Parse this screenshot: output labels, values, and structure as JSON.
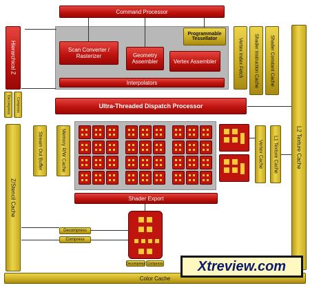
{
  "blocks": {
    "command_processor": "Command Processor",
    "hierarchical_z": "Hierarchical Z",
    "decompress_top": "Decompress",
    "compress_top": "Compress",
    "zstencil_cache": "Z/Stencil Cache",
    "scan_converter": "Scan Converter / Rasterizer",
    "geometry_assembler": "Geometry Assembler",
    "programmable_tessellator": "Programmable Tessellator",
    "vertex_assembler": "Vertex Assembler",
    "interpolators": "Interpolators",
    "vertex_index_fetch": "Vertex Index Fetch",
    "shader_instruction_cache": "Shader Instruction Cache",
    "shader_constant_cache": "Shader Constant Cache",
    "dispatch_processor": "Ultra-Threaded Dispatch Processor",
    "l2_texture_cache": "L2 Texture Cache",
    "stream_out_buffer": "Stream Out Buffer",
    "memory_rw_cache": "Memory R/W Cache",
    "vertex_cache": "Vertex Cache",
    "l1_texture_cache": "L1 Texture Cache",
    "shader_export": "Shader Export",
    "decompress_bottom": "Decompress",
    "compress_bottom": "Compress",
    "rb_decompress": "Decompress",
    "rb_compress": "Compress",
    "color_cache": "Color Cache"
  },
  "watermark": "Xtreview.com"
}
